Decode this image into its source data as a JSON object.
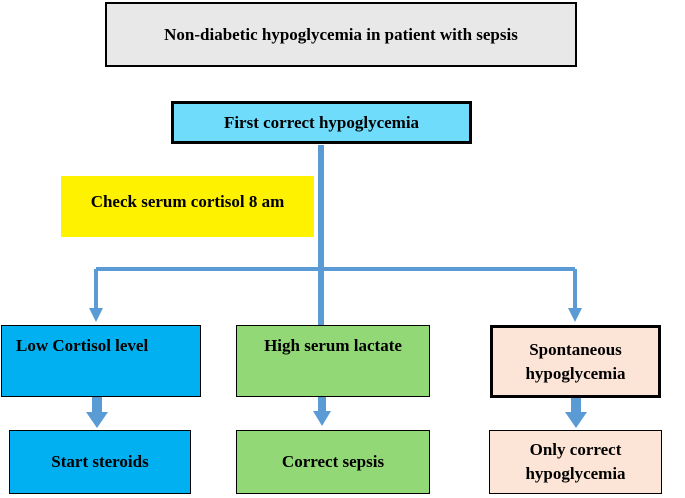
{
  "diagram": {
    "title": "Non-diabetic hypoglycemia in patient with sepsis",
    "first_step": "First correct hypoglycemia",
    "check": "Check serum cortisol 8 am",
    "branches": [
      {
        "finding": "Low Cortisol level",
        "action": "Start steroids"
      },
      {
        "finding": "High serum lactate",
        "action": "Correct sepsis"
      },
      {
        "finding": "Spontaneous hypoglycemia",
        "action": "Only correct hypoglycemia"
      }
    ]
  },
  "colors": {
    "title_bg": "#e8e8e8",
    "first_step_bg": "#6fdcfc",
    "check_bg": "#fff200",
    "cortisol_branch_bg": "#00b0f0",
    "lactate_branch_bg": "#92d877",
    "spontaneous_branch_bg": "#fce4d6",
    "connector": "#5b9bd5"
  }
}
